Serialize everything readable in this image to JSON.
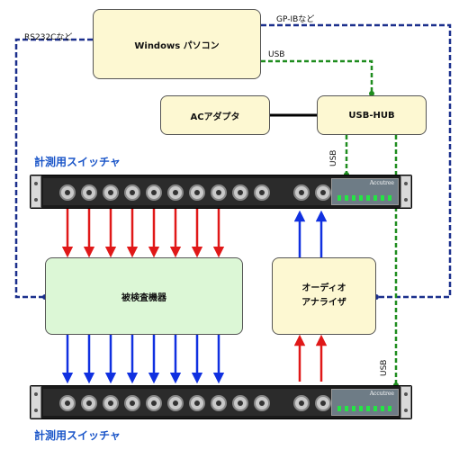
{
  "diagram": {
    "nodes": {
      "pc": "Windows パソコン",
      "ac_adapter": "ACアダプタ",
      "usb_hub": "USB-HUB",
      "dut": "被検査機器",
      "analyzer_line1": "オーディオ",
      "analyzer_line2": "アナライザ"
    },
    "labels": {
      "rs232c": "RS232Cなど",
      "gpib": "GP-IBなど",
      "usb_pc": "USB",
      "usb_top": "USB",
      "usb_bottom": "USB"
    },
    "switchers": {
      "top_title": "計測用スイッチャ",
      "bottom_title": "計測用スイッチャ",
      "brand": "Accutree"
    },
    "colors": {
      "control_cable": "#1b2f8c",
      "usb_cable": "#1e8c1e",
      "signal_out": "#e01818",
      "signal_in": "#1030e0",
      "title": "#1a55c8"
    }
  }
}
